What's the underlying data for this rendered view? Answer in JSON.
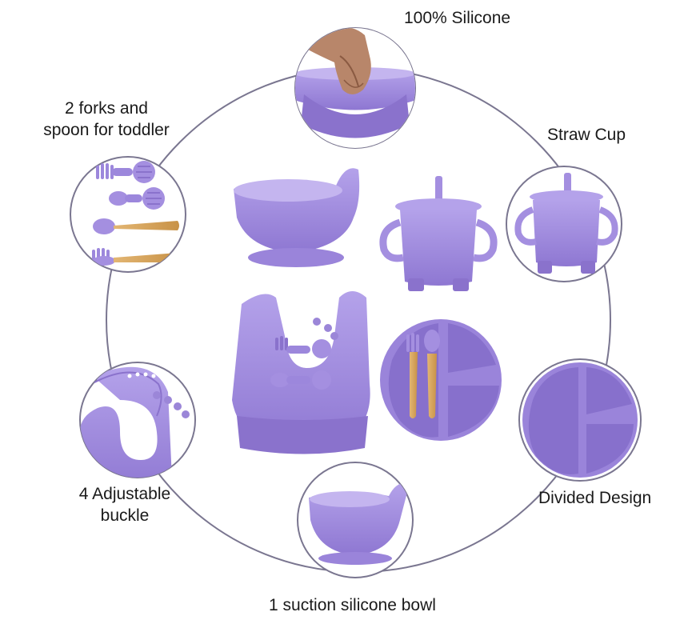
{
  "labels": {
    "silicone": "100% Silicone",
    "forks_line1": "2 forks and",
    "forks_line2": "spoon for toddler",
    "straw_cup": "Straw Cup",
    "buckle_line1": "4 Adjustable",
    "buckle_line2": "buckle",
    "divided": "Divided Design",
    "bowl": "1 suction silicone bowl"
  },
  "colors": {
    "purple": "#a48fe0",
    "purple_dark": "#8a72cc",
    "purple_light": "#c4b5ef",
    "wood": "#d9a85c",
    "ring": "#7a7690"
  }
}
